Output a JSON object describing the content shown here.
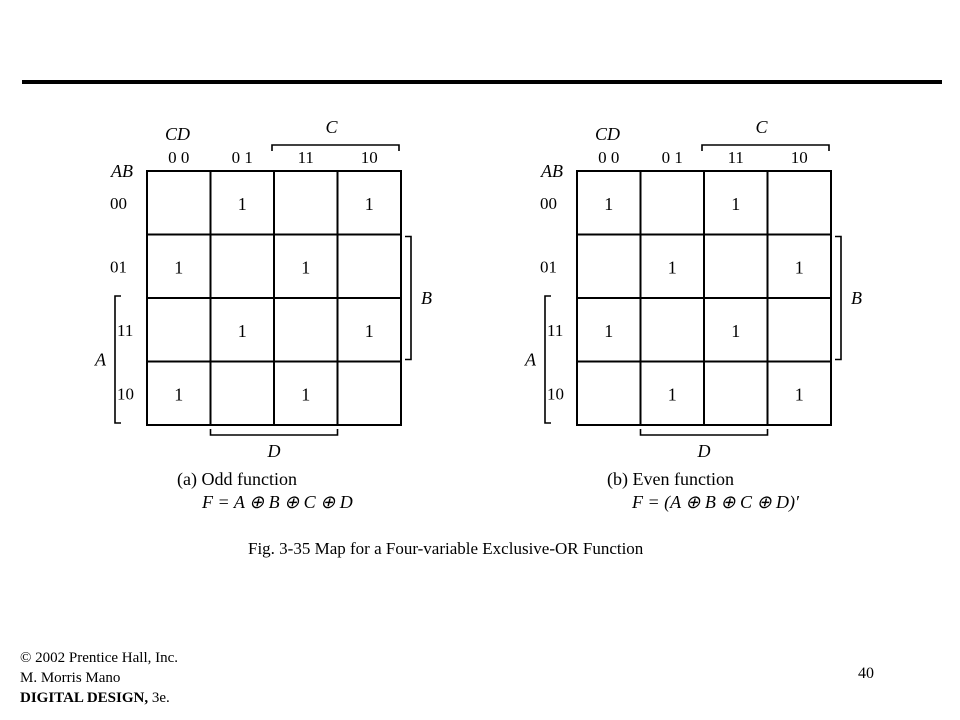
{
  "maps": [
    {
      "id": "a",
      "cd_label": "CD",
      "ab_label": "AB",
      "col_headers": [
        "0 0",
        "0 1",
        "11",
        "10"
      ],
      "row_headers": [
        "00",
        "01",
        "11",
        "10"
      ],
      "cells": [
        [
          "",
          "1",
          "",
          "1"
        ],
        [
          "1",
          "",
          "1",
          ""
        ],
        [
          "",
          "1",
          "",
          "1"
        ],
        [
          "1",
          "",
          "1",
          ""
        ]
      ],
      "var_c": "C",
      "var_b": "B",
      "var_a": "A",
      "var_d": "D",
      "caption": "(a) Odd function",
      "formula": "F = A ⊕ B ⊕ C ⊕ D"
    },
    {
      "id": "b",
      "cd_label": "CD",
      "ab_label": "AB",
      "col_headers": [
        "0 0",
        "0 1",
        "11",
        "10"
      ],
      "row_headers": [
        "00",
        "01",
        "11",
        "10"
      ],
      "cells": [
        [
          "1",
          "",
          "1",
          ""
        ],
        [
          "",
          "1",
          "",
          "1"
        ],
        [
          "1",
          "",
          "1",
          ""
        ],
        [
          "",
          "1",
          "",
          "1"
        ]
      ],
      "var_c": "C",
      "var_b": "B",
      "var_a": "A",
      "var_d": "D",
      "caption": "(b) Even function",
      "formula": "F = (A ⊕ B ⊕ C ⊕ D)′"
    }
  ],
  "figure_caption": "Fig. 3-35  Map for a Four-variable Exclusive-OR Function",
  "footer": {
    "copyright": "© 2002 Prentice Hall, Inc.",
    "author": "M. Morris Mano",
    "book_title": "DIGITAL DESIGN,",
    "book_edition": " 3e.",
    "page_number": "40"
  },
  "colors": {
    "ink": "#000000",
    "background": "#ffffff"
  }
}
